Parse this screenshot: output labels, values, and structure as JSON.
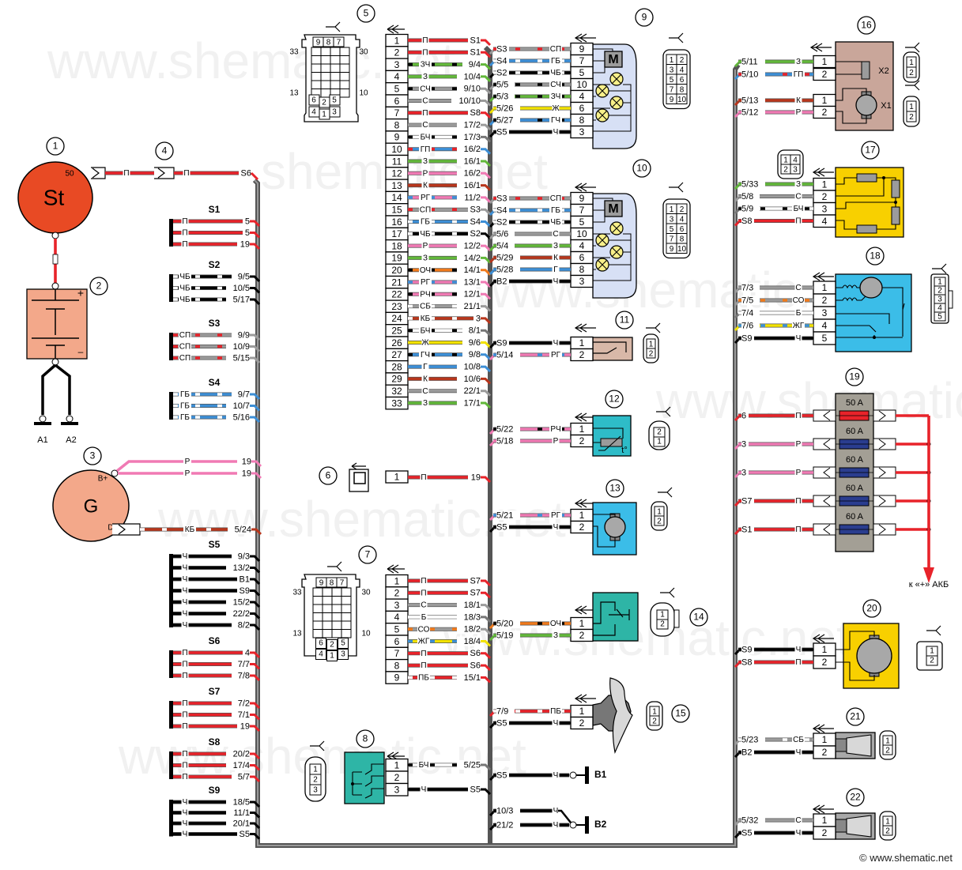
{
  "watermark": "www.shematic.net",
  "copyright": "© www.shematic.net",
  "battery_label": "к «+» АКБ",
  "components": {
    "c1": {
      "num": "1",
      "label": "St",
      "terminal": "50"
    },
    "c2": {
      "num": "2",
      "plus": "+",
      "minus": "–",
      "grounds": [
        "A1",
        "A2"
      ],
      "wire": "Ч",
      "link_wire": "П"
    },
    "c3": {
      "num": "3",
      "label": "G",
      "terminals": [
        "B+",
        "D"
      ]
    },
    "c4": {
      "num": "4"
    },
    "c5": {
      "num": "5"
    },
    "c6": {
      "num": "6"
    },
    "c7": {
      "num": "7"
    },
    "c8": {
      "num": "8"
    },
    "c9": {
      "num": "9",
      "motor": "M"
    },
    "c10": {
      "num": "10",
      "motor": "M"
    },
    "c11": {
      "num": "11"
    },
    "c12": {
      "num": "12",
      "sensor": "t°"
    },
    "c13": {
      "num": "13"
    },
    "c14": {
      "num": "14"
    },
    "c15": {
      "num": "15"
    },
    "c16": {
      "num": "16",
      "sub": [
        "X2",
        "X1"
      ]
    },
    "c17": {
      "num": "17"
    },
    "c18": {
      "num": "18"
    },
    "c19": {
      "num": "19",
      "fuses": [
        "50 A",
        "60 A",
        "60 A",
        "60 A",
        "60 A"
      ]
    },
    "c20": {
      "num": "20"
    },
    "c21": {
      "num": "21"
    },
    "c22": {
      "num": "22"
    }
  },
  "wire_colors": {
    "П": "#e8232a",
    "Р": "#f07ab4",
    "Ч": "#000000",
    "З": "#62b83a",
    "С": "#9b9b9b",
    "Б": "#ffffff",
    "Г": "#3d8fd6",
    "К": "#b8361c",
    "Ж": "#f2e200",
    "О": "#f07a1c"
  },
  "starter_wire": {
    "color": "П",
    "end": "S6"
  },
  "generator_wires": [
    {
      "color": "Р",
      "end": "19"
    },
    {
      "color": "Р",
      "end": "19"
    },
    {
      "color": "КБ",
      "end": "5/24"
    }
  ],
  "splices": [
    {
      "name": "S1",
      "wires": [
        {
          "c": "П",
          "e": "5"
        },
        {
          "c": "П",
          "e": "5"
        },
        {
          "c": "П",
          "e": "19"
        }
      ]
    },
    {
      "name": "S2",
      "wires": [
        {
          "c": "ЧБ",
          "e": "9/5"
        },
        {
          "c": "ЧБ",
          "e": "10/5"
        },
        {
          "c": "ЧБ",
          "e": "5/17"
        }
      ]
    },
    {
      "name": "S3",
      "wires": [
        {
          "c": "СП",
          "e": "9/9"
        },
        {
          "c": "СП",
          "e": "10/9"
        },
        {
          "c": "СП",
          "e": "5/15"
        }
      ]
    },
    {
      "name": "S4",
      "wires": [
        {
          "c": "ГБ",
          "e": "9/7"
        },
        {
          "c": "ГБ",
          "e": "10/7"
        },
        {
          "c": "ГБ",
          "e": "5/16"
        }
      ]
    },
    {
      "name": "S5",
      "wires": [
        {
          "c": "Ч",
          "e": "9/3"
        },
        {
          "c": "Ч",
          "e": "13/2"
        },
        {
          "c": "Ч",
          "e": "B1"
        },
        {
          "c": "Ч",
          "e": "S9"
        },
        {
          "c": "Ч",
          "e": "15/2"
        },
        {
          "c": "Ч",
          "e": "22/2"
        },
        {
          "c": "Ч",
          "e": "8/2"
        }
      ]
    },
    {
      "name": "S6",
      "wires": [
        {
          "c": "П",
          "e": "4"
        },
        {
          "c": "П",
          "e": "7/7"
        },
        {
          "c": "П",
          "e": "7/8"
        }
      ]
    },
    {
      "name": "S7",
      "wires": [
        {
          "c": "П",
          "e": "7/2"
        },
        {
          "c": "П",
          "e": "7/1"
        },
        {
          "c": "П",
          "e": "19"
        }
      ]
    },
    {
      "name": "S8",
      "wires": [
        {
          "c": "П",
          "e": "20/2"
        },
        {
          "c": "П",
          "e": "17/4"
        },
        {
          "c": "П",
          "e": "5/7"
        }
      ]
    },
    {
      "name": "S9",
      "wires": [
        {
          "c": "Ч",
          "e": "18/5"
        },
        {
          "c": "Ч",
          "e": "11/1"
        },
        {
          "c": "Ч",
          "e": "20/1"
        },
        {
          "c": "Ч",
          "e": "S5"
        }
      ]
    }
  ],
  "connector5": {
    "pins_face": [
      "9",
      "8",
      "7",
      "6",
      "2",
      "5",
      "4",
      "1",
      "3"
    ],
    "side_labels": [
      "33",
      "30",
      "13",
      "10"
    ],
    "pins": [
      {
        "p": "1",
        "c": "П",
        "e": "S1"
      },
      {
        "p": "2",
        "c": "П",
        "e": "S1"
      },
      {
        "p": "3",
        "c": "ЗЧ",
        "e": "9/4"
      },
      {
        "p": "4",
        "c": "З",
        "e": "10/4"
      },
      {
        "p": "5",
        "c": "СЧ",
        "e": "9/10"
      },
      {
        "p": "6",
        "c": "С",
        "e": "10/10"
      },
      {
        "p": "7",
        "c": "П",
        "e": "S8"
      },
      {
        "p": "8",
        "c": "С",
        "e": "17/2"
      },
      {
        "p": "9",
        "c": "БЧ",
        "e": "17/3"
      },
      {
        "p": "10",
        "c": "ГП",
        "e": "16/2"
      },
      {
        "p": "11",
        "c": "З",
        "e": "16/1"
      },
      {
        "p": "12",
        "c": "Р",
        "e": "16/2"
      },
      {
        "p": "13",
        "c": "К",
        "e": "16/1"
      },
      {
        "p": "14",
        "c": "РГ",
        "e": "11/2"
      },
      {
        "p": "15",
        "c": "СП",
        "e": "S3"
      },
      {
        "p": "16",
        "c": "ГБ",
        "e": "S4"
      },
      {
        "p": "17",
        "c": "ЧБ",
        "e": "S2"
      },
      {
        "p": "18",
        "c": "Р",
        "e": "12/2"
      },
      {
        "p": "19",
        "c": "З",
        "e": "14/2"
      },
      {
        "p": "20",
        "c": "ОЧ",
        "e": "14/1"
      },
      {
        "p": "21",
        "c": "РГ",
        "e": "13/1"
      },
      {
        "p": "22",
        "c": "РЧ",
        "e": "12/1"
      },
      {
        "p": "23",
        "c": "СБ",
        "e": "21/1"
      },
      {
        "p": "24",
        "c": "КБ",
        "e": "3"
      },
      {
        "p": "25",
        "c": "БЧ",
        "e": "8/1"
      },
      {
        "p": "26",
        "c": "Ж",
        "e": "9/6"
      },
      {
        "p": "27",
        "c": "ГЧ",
        "e": "9/8"
      },
      {
        "p": "28",
        "c": "Г",
        "e": "10/8"
      },
      {
        "p": "29",
        "c": "К",
        "e": "10/6"
      },
      {
        "p": "32",
        "c": "С",
        "e": "22/1"
      },
      {
        "p": "33",
        "c": "З",
        "e": "17/1"
      }
    ]
  },
  "connector6": {
    "pins": [
      {
        "p": "1",
        "c": "П",
        "e": "19"
      }
    ]
  },
  "connector7": {
    "pins": [
      {
        "p": "1",
        "c": "П",
        "e": "S7"
      },
      {
        "p": "2",
        "c": "П",
        "e": "S7"
      },
      {
        "p": "3",
        "c": "С",
        "e": "18/1"
      },
      {
        "p": "4",
        "c": "Б",
        "e": "18/3"
      },
      {
        "p": "5",
        "c": "СО",
        "e": "18/2"
      },
      {
        "p": "6",
        "c": "ЖГ",
        "e": "18/4"
      },
      {
        "p": "7",
        "c": "П",
        "e": "S6"
      },
      {
        "p": "8",
        "c": "П",
        "e": "S6"
      },
      {
        "p": "9",
        "c": "ПБ",
        "e": "15/1"
      }
    ]
  },
  "connector8": {
    "face": [
      "1",
      "2",
      "3"
    ],
    "pins": [
      {
        "p": "1",
        "c": "БЧ",
        "e": "5/25"
      },
      {
        "p": "2",
        "c": "",
        "e": ""
      },
      {
        "p": "3",
        "c": "Ч",
        "e": "S5"
      }
    ]
  },
  "device9": {
    "face": [
      "1",
      "2",
      "3",
      "4",
      "5",
      "6",
      "7",
      "8",
      "9",
      "10"
    ],
    "pins": [
      {
        "p": "9",
        "c": "СП",
        "s": "S3"
      },
      {
        "p": "7",
        "c": "ГБ",
        "s": "S4"
      },
      {
        "p": "5",
        "c": "ЧБ",
        "s": "S2"
      },
      {
        "p": "10",
        "c": "СЧ",
        "s": "5/5"
      },
      {
        "p": "4",
        "c": "ЗЧ",
        "s": "5/3"
      },
      {
        "p": "6",
        "c": "Ж",
        "s": "5/26"
      },
      {
        "p": "8",
        "c": "ГЧ",
        "s": "5/27"
      },
      {
        "p": "3",
        "c": "Ч",
        "s": "S5"
      }
    ]
  },
  "device10": {
    "face": [
      "1",
      "2",
      "3",
      "4",
      "5",
      "6",
      "7",
      "8",
      "9",
      "10"
    ],
    "pins": [
      {
        "p": "9",
        "c": "СП",
        "s": "S3"
      },
      {
        "p": "7",
        "c": "ГБ",
        "s": "S4"
      },
      {
        "p": "5",
        "c": "ЧБ",
        "s": "S2"
      },
      {
        "p": "10",
        "c": "С",
        "s": "5/6"
      },
      {
        "p": "4",
        "c": "З",
        "s": "5/4"
      },
      {
        "p": "6",
        "c": "К",
        "s": "5/29"
      },
      {
        "p": "8",
        "c": "Г",
        "s": "5/28"
      },
      {
        "p": "3",
        "c": "Ч",
        "s": "B2"
      }
    ]
  },
  "device11": {
    "face": [
      "1",
      "2"
    ],
    "pins": [
      {
        "p": "1",
        "c": "Ч",
        "s": "S9"
      },
      {
        "p": "2",
        "c": "РГ",
        "s": "5/14"
      }
    ]
  },
  "device12": {
    "face": [
      "2",
      "1"
    ],
    "pins": [
      {
        "p": "1",
        "c": "РЧ",
        "s": "5/22"
      },
      {
        "p": "2",
        "c": "Р",
        "s": "5/18"
      }
    ]
  },
  "device13": {
    "face": [
      "1",
      "2"
    ],
    "pins": [
      {
        "p": "1",
        "c": "РГ",
        "s": "5/21"
      },
      {
        "p": "2",
        "c": "Ч",
        "s": "S5"
      }
    ]
  },
  "device14": {
    "face": [
      "1",
      "2"
    ],
    "pins": [
      {
        "p": "1",
        "c": "ОЧ",
        "s": "5/20"
      },
      {
        "p": "2",
        "c": "З",
        "s": "5/19"
      }
    ]
  },
  "device15": {
    "face": [
      "1",
      "2"
    ],
    "pins": [
      {
        "p": "1",
        "c": "ПБ",
        "s": "7/9"
      },
      {
        "p": "2",
        "c": "Ч",
        "s": "S5"
      }
    ]
  },
  "grounds": [
    {
      "name": "B1",
      "wires": [
        {
          "c": "Ч",
          "s": "S5"
        }
      ]
    },
    {
      "name": "B2",
      "wires": [
        {
          "c": "Ч",
          "s": "10/3"
        },
        {
          "c": "Ч",
          "s": "21/2"
        }
      ]
    }
  ],
  "device16": {
    "face_x2": [
      "1",
      "2"
    ],
    "face_x1": [
      "1",
      "2"
    ],
    "pins": [
      {
        "p": "1",
        "c": "З",
        "s": "5/11"
      },
      {
        "p": "2",
        "c": "ГП",
        "s": "5/10"
      },
      {
        "p": "1",
        "c": "К",
        "s": "5/13"
      },
      {
        "p": "2",
        "c": "Р",
        "s": "5/12"
      }
    ]
  },
  "device17": {
    "face": [
      "1",
      "4",
      "2",
      "3"
    ],
    "pins": [
      {
        "p": "1",
        "c": "З",
        "s": "5/33"
      },
      {
        "p": "2",
        "c": "С",
        "s": "5/8"
      },
      {
        "p": "3",
        "c": "БЧ",
        "s": "5/9"
      },
      {
        "p": "4",
        "c": "П",
        "s": "S8"
      }
    ]
  },
  "device18": {
    "face": [
      "1",
      "2",
      "3",
      "4",
      "5"
    ],
    "pins": [
      {
        "p": "1",
        "c": "С",
        "s": "7/3"
      },
      {
        "p": "2",
        "c": "СО",
        "s": "7/5"
      },
      {
        "p": "3",
        "c": "Б",
        "s": "7/4"
      },
      {
        "p": "4",
        "c": "ЖГ",
        "s": "7/6"
      },
      {
        "p": "5",
        "c": "Ч",
        "s": "S9"
      }
    ]
  },
  "device19": {
    "pins": [
      {
        "c": "П",
        "s": "6"
      },
      {
        "c": "Р",
        "s": "3"
      },
      {
        "c": "Р",
        "s": "3"
      },
      {
        "c": "П",
        "s": "S7"
      },
      {
        "c": "П",
        "s": "S1"
      }
    ]
  },
  "device20": {
    "face": [
      "1",
      "2"
    ],
    "pins": [
      {
        "p": "1",
        "c": "Ч",
        "s": "S9"
      },
      {
        "p": "2",
        "c": "П",
        "s": "S8"
      }
    ]
  },
  "device21": {
    "face": [
      "1",
      "2"
    ],
    "pins": [
      {
        "p": "1",
        "c": "СБ",
        "s": "5/23"
      },
      {
        "p": "2",
        "c": "Ч",
        "s": "B2"
      }
    ]
  },
  "device22": {
    "face": [
      "1",
      "2"
    ],
    "pins": [
      {
        "p": "1",
        "c": "С",
        "s": "5/32"
      },
      {
        "p": "2",
        "c": "Ч",
        "s": "S5"
      }
    ]
  }
}
